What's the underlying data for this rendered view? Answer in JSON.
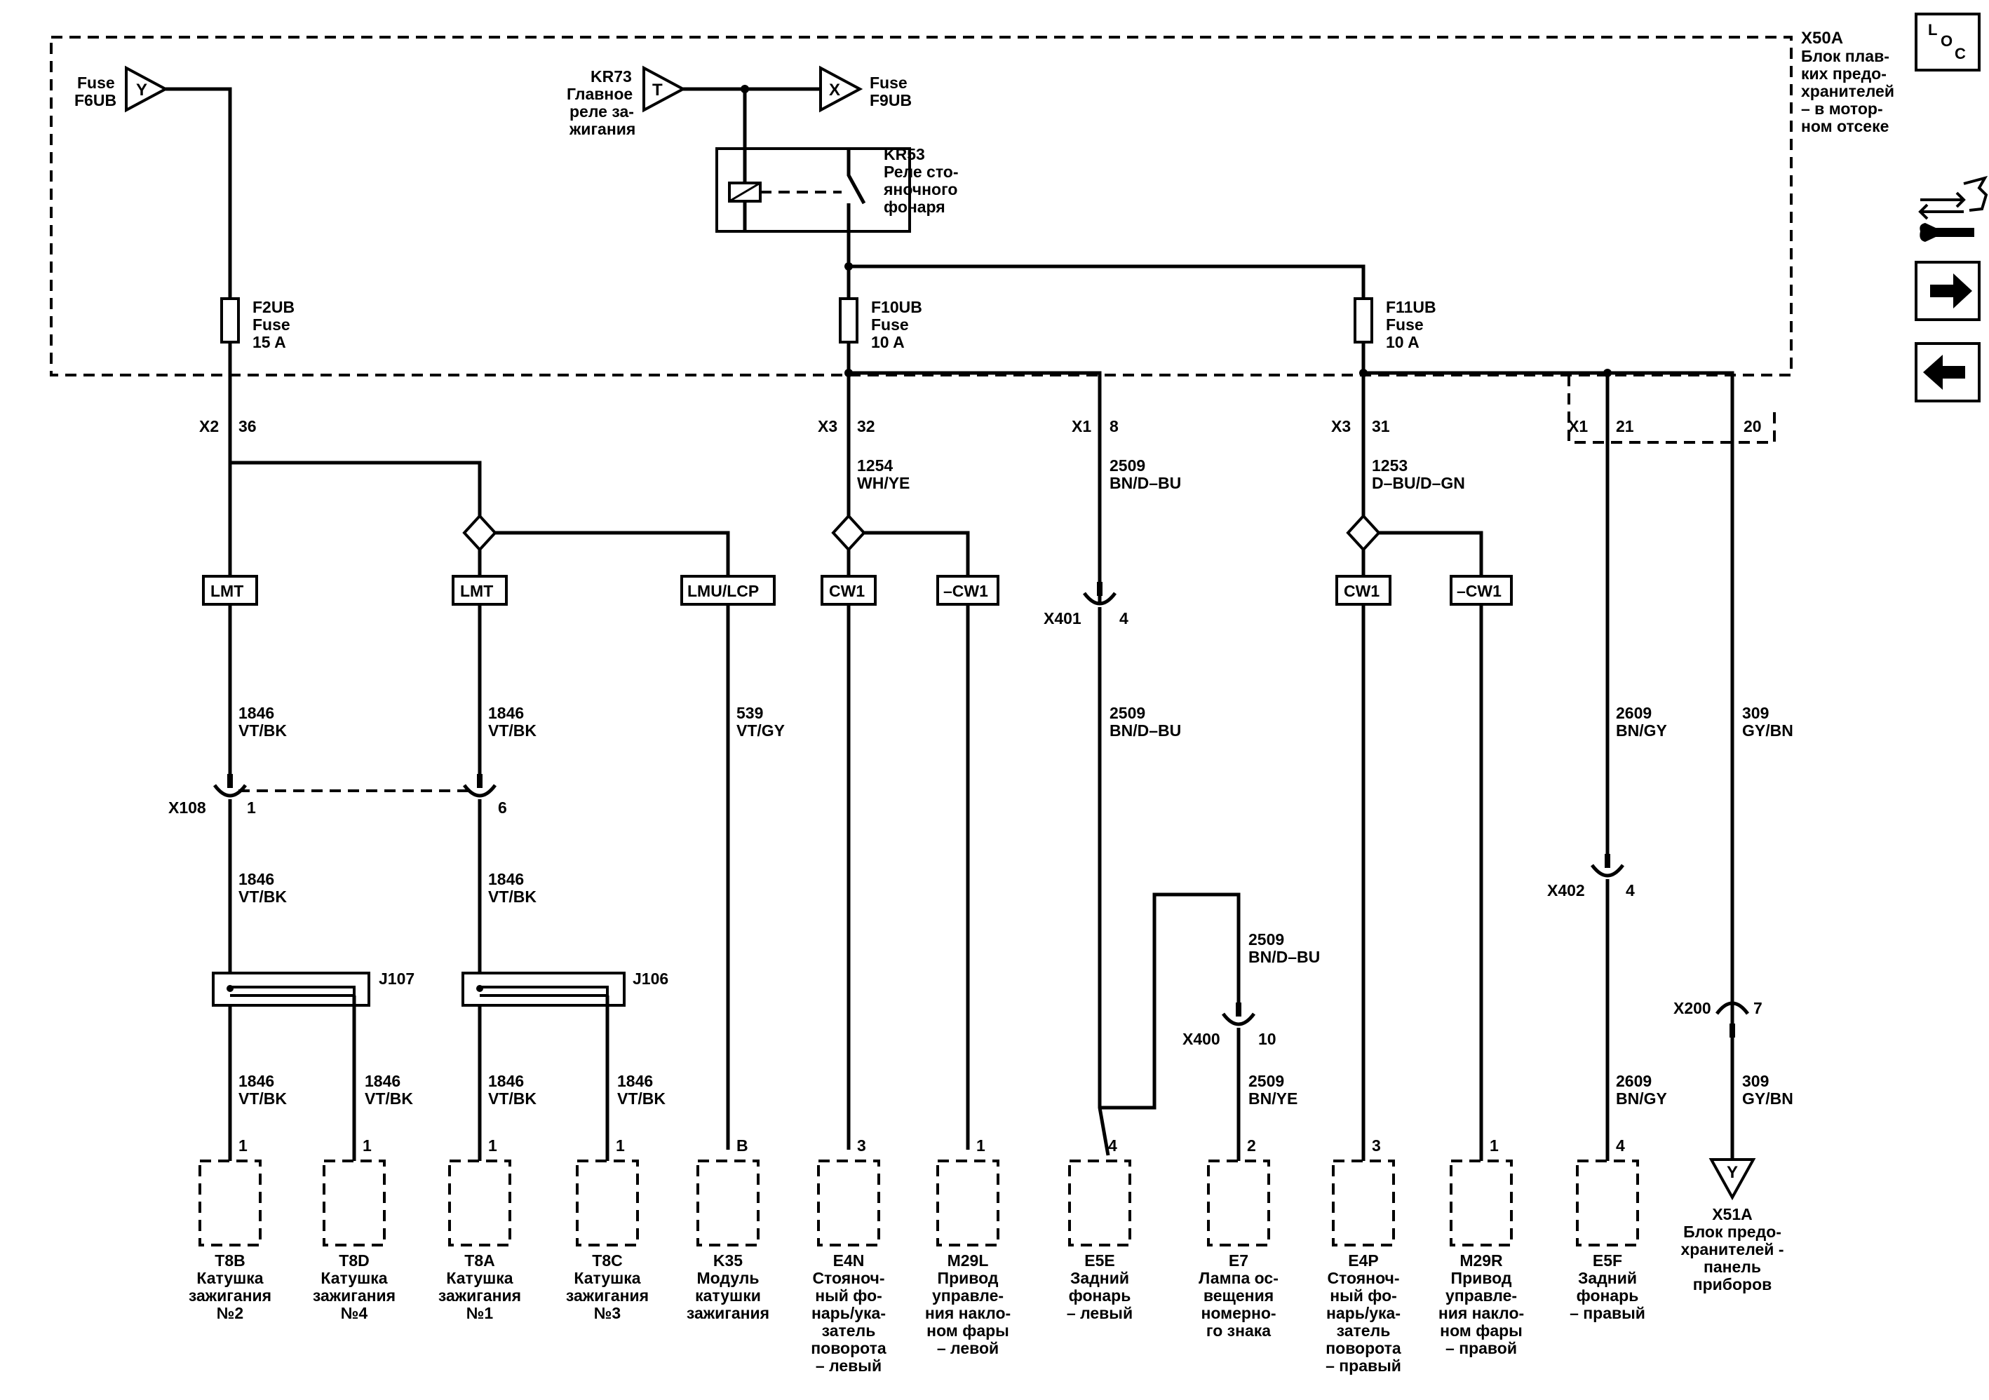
{
  "diagram_title": "",
  "fuse_box": {
    "id": "X50A",
    "lines": [
      "Блок плав-",
      "ких предо-",
      "хранителей",
      "– в мотор-",
      "ном отсеке"
    ]
  },
  "loc_icon": {
    "l": "L",
    "o": "O",
    "c": "C",
    "icon": "loc-icon"
  },
  "nav_icons": [
    "service-info-icon",
    "next-arrow-icon",
    "previous-arrow-icon"
  ],
  "sources": [
    {
      "symbol": "Y",
      "lines": [
        "Fuse",
        "F6UB"
      ]
    },
    {
      "symbol": "T",
      "lines": [
        "KR73",
        "Главное",
        "реле за-",
        "жигания"
      ]
    },
    {
      "symbol": "X",
      "lines": [
        "Fuse",
        "F9UB"
      ]
    }
  ],
  "relay": {
    "lines": [
      "KR53",
      "Реле сто-",
      "яночного",
      "фонаря"
    ]
  },
  "fuses": [
    {
      "lines": [
        "F2UB",
        "Fuse",
        "15 A"
      ]
    },
    {
      "lines": [
        "F10UB",
        "Fuse",
        "10 A"
      ]
    },
    {
      "lines": [
        "F11UB",
        "Fuse",
        "10 A"
      ]
    }
  ],
  "box_pins": [
    {
      "conn": "X2",
      "pin": "36"
    },
    {
      "conn": "X3",
      "pin": "32"
    },
    {
      "conn": "X1",
      "pin": "8"
    },
    {
      "conn": "X3",
      "pin": "31"
    },
    {
      "conn": "X1",
      "pin": "21"
    },
    {
      "conn": "",
      "pin": "20"
    }
  ],
  "option_codes": [
    "LMT",
    "LMT",
    "LMU/LCP",
    "CW1",
    "–CW1",
    "CW1",
    "–CW1"
  ],
  "wire_labels": [
    [
      "1254",
      "WH/YE"
    ],
    [
      "2509",
      "BN/D–BU"
    ],
    [
      "1253",
      "D–BU/D–GN"
    ],
    [
      "1846",
      "VT/BK"
    ],
    [
      "1846",
      "VT/BK"
    ],
    [
      "539",
      "VT/GY"
    ],
    [
      "2509",
      "BN/D–BU"
    ],
    [
      "2609",
      "BN/GY"
    ],
    [
      "309",
      "GY/BN"
    ],
    [
      "1846",
      "VT/BK"
    ],
    [
      "1846",
      "VT/BK"
    ],
    [
      "2509",
      "BN/D–BU"
    ],
    [
      "1846",
      "VT/BK"
    ],
    [
      "1846",
      "VT/BK"
    ],
    [
      "1846",
      "VT/BK"
    ],
    [
      "1846",
      "VT/BK"
    ],
    [
      "2509",
      "BN/YE"
    ],
    [
      "2609",
      "BN/GY"
    ],
    [
      "309",
      "GY/BN"
    ]
  ],
  "inline_connectors": [
    {
      "conn": "X108",
      "pin": "1"
    },
    {
      "conn": "",
      "pin": "6"
    },
    {
      "conn": "X401",
      "pin": "4"
    },
    {
      "conn": "X402",
      "pin": "4"
    },
    {
      "conn": "X400",
      "pin": "10"
    },
    {
      "conn": "X200",
      "pin": "7"
    }
  ],
  "splices": [
    "J107",
    "J106"
  ],
  "components": [
    {
      "pin": "1",
      "lines": [
        "T8B",
        "Катушка",
        "зажигания",
        "№2"
      ]
    },
    {
      "pin": "1",
      "lines": [
        "T8D",
        "Катушка",
        "зажигания",
        "№4"
      ]
    },
    {
      "pin": "1",
      "lines": [
        "T8A",
        "Катушка",
        "зажигания",
        "№1"
      ]
    },
    {
      "pin": "1",
      "lines": [
        "T8C",
        "Катушка",
        "зажигания",
        "№3"
      ]
    },
    {
      "pin": "B",
      "lines": [
        "K35",
        "Модуль",
        "катушки",
        "зажигания"
      ]
    },
    {
      "pin": "3",
      "lines": [
        "E4N",
        "Стояноч-",
        "ный фо-",
        "нарь/ука-",
        "затель",
        "поворота",
        "– левый"
      ]
    },
    {
      "pin": "1",
      "lines": [
        "M29L",
        "Привод",
        "управле-",
        "ния накло-",
        "ном фары",
        "– левой"
      ]
    },
    {
      "pin": "4",
      "lines": [
        "E5E",
        "Задний",
        "фонарь",
        "– левый"
      ]
    },
    {
      "pin": "2",
      "lines": [
        "E7",
        "Лампа ос-",
        "вещения",
        "номерно-",
        "го знака"
      ]
    },
    {
      "pin": "3",
      "lines": [
        "E4P",
        "Стояноч-",
        "ный фо-",
        "нарь/ука-",
        "затель",
        "поворота",
        "– правый"
      ]
    },
    {
      "pin": "1",
      "lines": [
        "M29R",
        "Привод",
        "управле-",
        "ния накло-",
        "ном фары",
        "– правой"
      ]
    },
    {
      "pin": "4",
      "lines": [
        "E5F",
        "Задний",
        "фонарь",
        "– правый"
      ]
    }
  ],
  "ground_block": {
    "symbol": "Y",
    "lines": [
      "X51A",
      "Блок предо-",
      "хранителей -",
      "панель",
      "приборов"
    ]
  }
}
